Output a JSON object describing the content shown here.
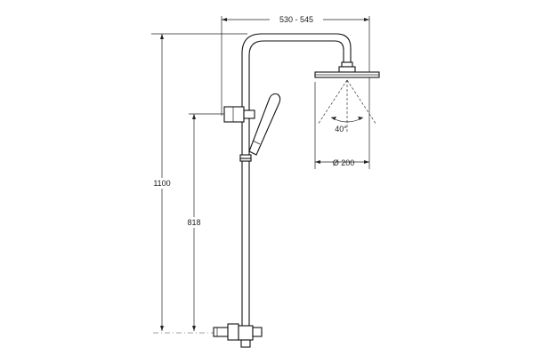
{
  "dimensions": {
    "top_width": "530 - 545",
    "total_height": "1100",
    "bracket_height": "818",
    "spray_angle": "40°",
    "head_diameter": "Ø 200"
  }
}
